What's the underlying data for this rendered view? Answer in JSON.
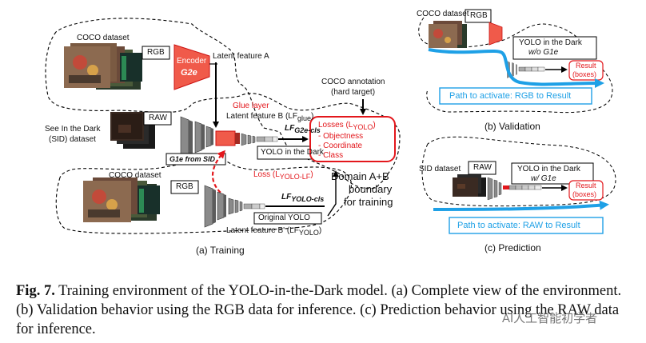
{
  "training": {
    "coco_dataset_1": "COCO dataset",
    "rgb_1": "RGB",
    "encoder_line1": "Encoder",
    "encoder_line2": "G2e",
    "latent_a": "Latent feature A",
    "glue_layer": "Glue layer",
    "latent_b": "Latent feature B (LF",
    "latent_b_sub": "glue",
    "latent_b_end": ")",
    "lf_g2e": "LF",
    "lf_g2e_sub": "G2e-cls",
    "see_in_dark_line1": "See In the Dark",
    "see_in_dark_line2": "(SID) dataset",
    "raw_1": "RAW",
    "g1e_from_sid": "G1e from SID",
    "yolo_in_dark": "YOLO in the Dark",
    "loss_label": "Loss (L",
    "loss_label_sub": "YOLO-LF",
    "loss_label_end": ")",
    "coco_dataset_2": "COCO dataset",
    "rgb_2": "RGB",
    "lf_yolo_cls": "LF",
    "lf_yolo_cls_sub": "YOLO-cls",
    "original_yolo": "Original YOLO",
    "latent_b_prime": "Latent feature B' (LF",
    "latent_b_prime_sub": "YOLO",
    "latent_b_prime_end": ")",
    "coco_annotation_line1": "COCO annotation",
    "coco_annotation_line2": "(hard target)",
    "losses_title": "Losses (L",
    "losses_title_sub": "YOLO",
    "losses_title_end": ")",
    "losses_items": [
      "- Objectness",
      "- Coordinate",
      "- Class"
    ],
    "domain_line1": "Domain A+B",
    "domain_line2": "boundary",
    "domain_line3": "for training",
    "panel_label": "(a) Training"
  },
  "validation": {
    "coco_dataset": "COCO dataset",
    "rgb": "RGB",
    "yolo_line1": "YOLO in the Dark",
    "yolo_line2": "w/o G1e",
    "result_line1": "Result",
    "result_line2": "(boxes)",
    "path": "Path to activate: RGB to Result",
    "panel_label": "(b) Validation"
  },
  "prediction": {
    "sid_dataset": "SID dataset",
    "raw": "RAW",
    "yolo_line1": "YOLO in the Dark",
    "yolo_line2": "w/ G1e",
    "result_line1": "Result",
    "result_line2": "(boxes)",
    "path": "Path to activate: RAW to Result",
    "panel_label": "(c) Prediction"
  },
  "caption": {
    "fig_label": "Fig. 7.",
    "text": " Training environment of the YOLO-in-the-Dark model. (a) Complete view of the environment. (b) Validation behavior using the RGB data for inference. (c) Prediction behavior using the RAW data for inference."
  },
  "watermark": "AI人工智能初学者",
  "colors": {
    "red": "#e3171c",
    "blue": "#1ea0e6",
    "gray_layer": "#8a8a8a",
    "dark_gray_layer": "#5c5c5c"
  }
}
